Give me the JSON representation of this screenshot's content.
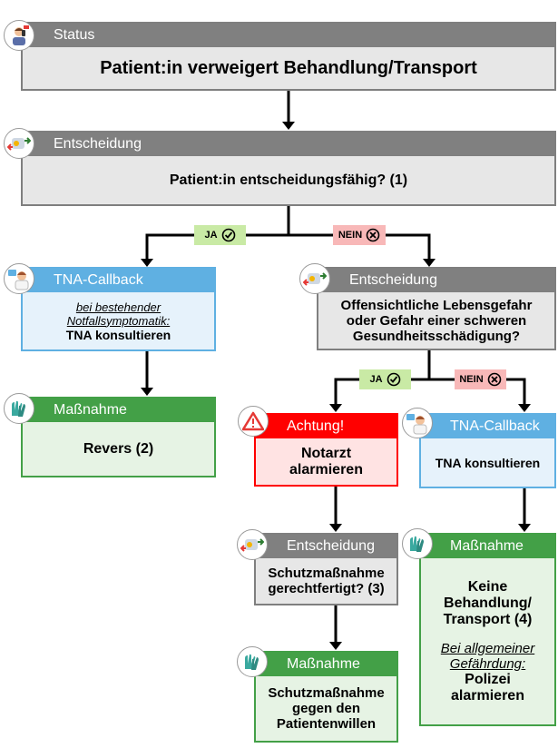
{
  "status": {
    "header": "Status",
    "title": "Patient:in verweigert Behandlung/Transport"
  },
  "decision1": {
    "header": "Entscheidung",
    "question": "Patient:in entscheidungsfähig? (1)"
  },
  "branch1": {
    "yes_label": "JA",
    "no_label": "NEIN"
  },
  "tna_callback_left": {
    "header": "TNA-Callback",
    "condition_line1": "bei bestehender",
    "condition_line2": "Notfallsymptomatik:",
    "action": "TNA konsultieren"
  },
  "measure_revers": {
    "header": "Maßnahme",
    "text": "Revers (2)"
  },
  "decision2": {
    "header": "Entscheidung",
    "line1": "Offensichtliche Lebensgefahr",
    "line2": "oder Gefahr einer schweren",
    "line3": "Gesundheitsschädigung?"
  },
  "branch2": {
    "yes_label": "JA",
    "no_label": "NEIN"
  },
  "warning": {
    "header": "Achtung!",
    "line1": "Notarzt",
    "line2": "alarmieren"
  },
  "tna_callback_right": {
    "header": "TNA-Callback",
    "text": "TNA konsultieren"
  },
  "decision3": {
    "header": "Entscheidung",
    "line1": "Schutzmaßnahme",
    "line2": "gerechtfertigt? (3)"
  },
  "measure_protect": {
    "header": "Maßnahme",
    "line1": "Schutzmaßnahme",
    "line2": "gegen den",
    "line3": "Patientenwillen"
  },
  "measure_right": {
    "header": "Maßnahme",
    "line1": "Keine",
    "line2": "Behandlung/",
    "line3": "Transport (4)",
    "cond1": "Bei allgemeiner",
    "cond2": "Gefährdung:",
    "act1": "Polizei",
    "act2": "alarmieren"
  },
  "colors": {
    "gray": "#808080",
    "blue": "#5fb0e2",
    "green": "#43a047",
    "red": "#ff0000",
    "ja": "#c9eaa5",
    "nein": "#f8b8b8"
  },
  "icons": [
    "person-phone-icon",
    "decision-icon",
    "doctor-icon",
    "gloves-icon",
    "warning-icon"
  ]
}
